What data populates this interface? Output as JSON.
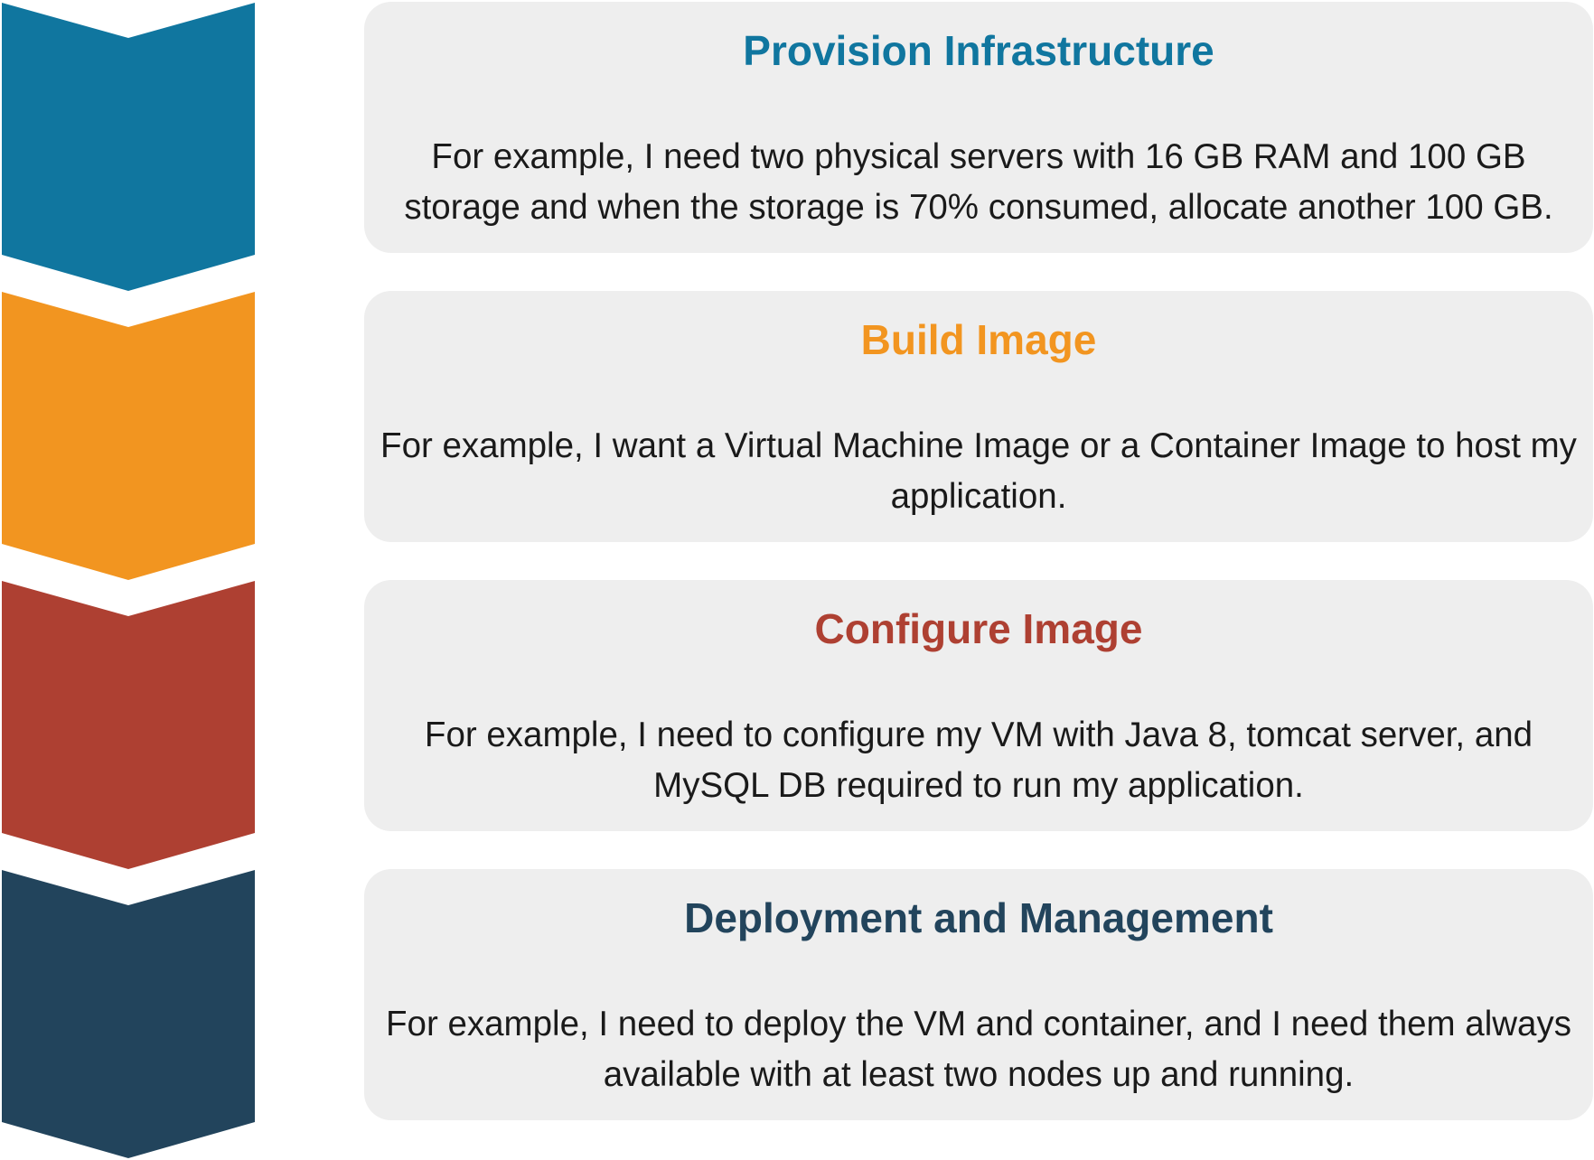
{
  "steps": [
    {
      "title": "Provision Infrastructure",
      "description": "For example, I need two physical servers with 16 GB RAM and 100 GB storage and when the storage is 70% consumed, allocate another 100 GB.",
      "color": "#10769f"
    },
    {
      "title": "Build Image",
      "description": "For example, I want a Virtual Machine Image or a Container Image to host my application.",
      "color": "#f29520"
    },
    {
      "title": "Configure Image",
      "description": "For example, I need to configure my VM with Java 8, tomcat server, and MySQL DB required to run my application.",
      "color": "#ae4032"
    },
    {
      "title": "Deployment and Management",
      "description": "For example, I need to deploy the VM and container, and I need them always available with at least two nodes up and running.",
      "color": "#22445c"
    }
  ]
}
